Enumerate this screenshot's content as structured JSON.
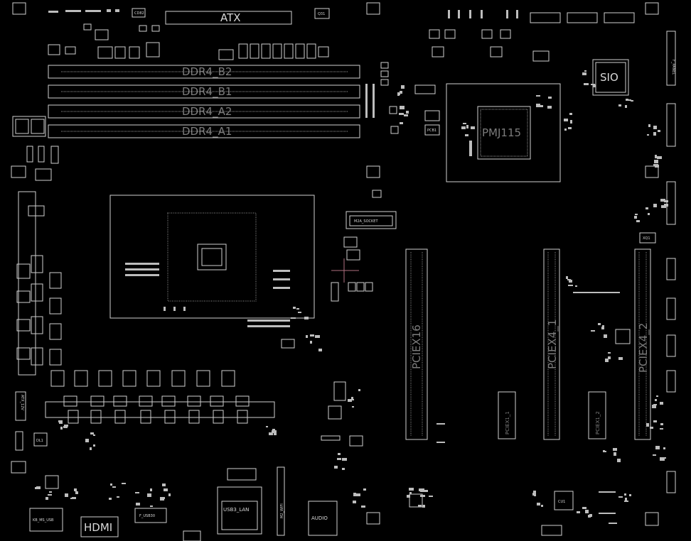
{
  "board": {
    "labels": {
      "atx": "ATX",
      "ddr_b2": "DDR4_B2",
      "ddr_b1": "DDR4_B1",
      "ddr_a2": "DDR4_A2",
      "ddr_a1": "DDR4_A1",
      "sio": "SIO",
      "pch": "PMJ115",
      "m2": "M2A_SOCKET",
      "pcie16": "PCIEX16",
      "pcie4_1": "PCIEX4_1",
      "pcie4_2": "PCIEX4_2",
      "pcie1_1": "PCIEX1_1",
      "pcie1_2": "PCIEX1_2",
      "hdmi": "HDMI",
      "usb_lan": "USB3_LAN",
      "audio": "AUDIO",
      "cu1": "CU1",
      "dl1": "DL1",
      "atx12v": "ATX_12V",
      "q31": "Q31",
      "cd82": "CD82",
      "xq1": "XQ1",
      "kb_ms_usb": "KB_MS_USB",
      "f_usb30": "F_USB30",
      "m2_wifi": "M2_WIFI",
      "pcb1": "PCB1",
      "panel": "F_PANEL"
    }
  }
}
